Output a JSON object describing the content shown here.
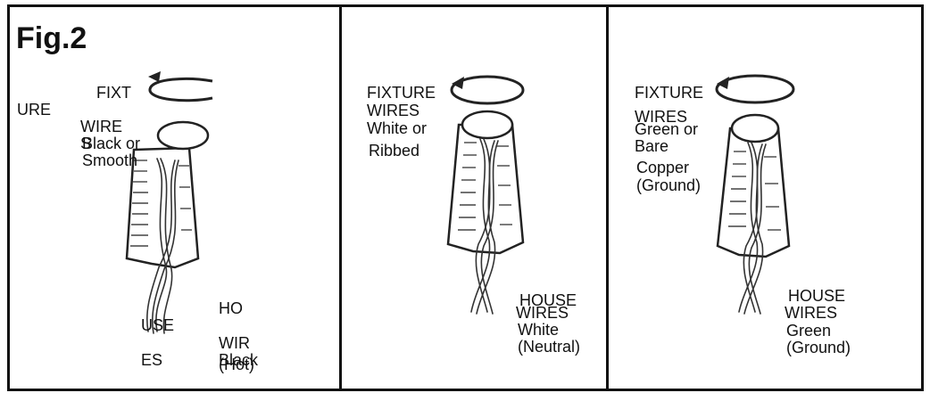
{
  "figure": {
    "title": "Fig.2",
    "panels": [
      {
        "labels": {
          "fixture_a": "FIXT",
          "fixture_b": "URE",
          "wires_a": "WIRE",
          "wires_b": "S",
          "color_a": "Black or",
          "color_b": "Smooth",
          "house_a": "HO",
          "house_b": "USE",
          "wires_c": "WIR",
          "wires_d": "ES",
          "house_color_a": "Black",
          "house_color_b": "(Hot)"
        }
      },
      {
        "labels": {
          "fixture": "FIXTURE",
          "wires": "WIRES",
          "color_a": "White or",
          "color_b": "Ribbed",
          "house": "HOUSE",
          "house_wires": "WIRES",
          "house_color_a": "White",
          "house_color_b": "(Neutral)"
        }
      },
      {
        "labels": {
          "fixture": "FIXTURE",
          "wires": "WIRES",
          "color_a": "Green or",
          "color_b": "Bare",
          "color_c": "Copper",
          "color_d": "(Ground)",
          "house": "HOUSE",
          "house_wires": "WIRES",
          "house_color_a": "Green",
          "house_color_b": "(Ground)"
        }
      }
    ]
  }
}
